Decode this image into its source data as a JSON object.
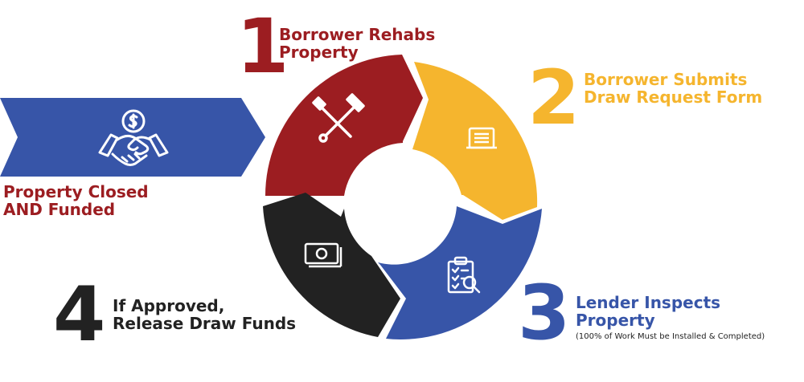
{
  "colors": {
    "red": "#9c1d21",
    "yellow": "#f5b52e",
    "blue": "#3755a8",
    "black": "#222222",
    "white": "#ffffff"
  },
  "start": {
    "label_line1": "Property Closed",
    "label_line2": "AND Funded",
    "icon": "handshake-dollar-icon"
  },
  "steps": [
    {
      "number": "1",
      "line1": "Borrower Rehabs",
      "line2": "Property",
      "icon": "tools-icon"
    },
    {
      "number": "2",
      "line1": "Borrower Submits",
      "line2": "Draw Request Form",
      "icon": "form-icon"
    },
    {
      "number": "3",
      "line1": "Lender Inspects",
      "line2": "Property",
      "note": "(100% of Work Must be Installed & Completed)",
      "icon": "clipboard-inspect-icon"
    },
    {
      "number": "4",
      "line1": "If Approved,",
      "line2": "Release Draw Funds",
      "icon": "cash-icon"
    }
  ]
}
